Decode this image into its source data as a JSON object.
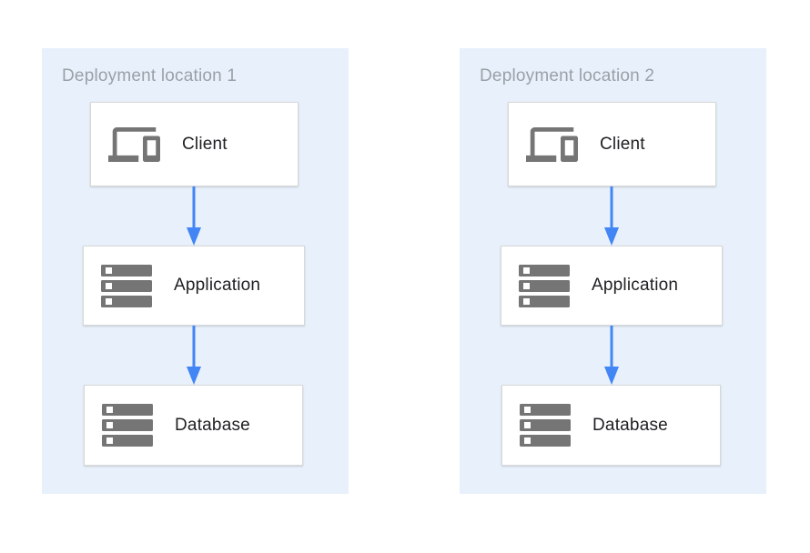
{
  "diagram": {
    "type": "architecture-flow",
    "panels": [
      {
        "title": "Deployment location 1",
        "nodes": [
          {
            "label": "Client",
            "icon": "devices-icon"
          },
          {
            "label": "Application",
            "icon": "server-stack-icon"
          },
          {
            "label": "Database",
            "icon": "server-stack-icon"
          }
        ],
        "arrows": [
          {
            "from": "Client",
            "to": "Application"
          },
          {
            "from": "Application",
            "to": "Database"
          }
        ]
      },
      {
        "title": "Deployment location 2",
        "nodes": [
          {
            "label": "Client",
            "icon": "devices-icon"
          },
          {
            "label": "Application",
            "icon": "server-stack-icon"
          },
          {
            "label": "Database",
            "icon": "server-stack-icon"
          }
        ],
        "arrows": [
          {
            "from": "Client",
            "to": "Application"
          },
          {
            "from": "Application",
            "to": "Database"
          }
        ]
      }
    ],
    "colors": {
      "panel_background": "#e8f1fb",
      "node_background": "#ffffff",
      "node_border": "#d8d8d8",
      "arrow": "#4285f4",
      "icon": "#757575",
      "title_text": "#9aa0a6",
      "node_text": "#212124",
      "page_background": "#ffffff"
    }
  }
}
